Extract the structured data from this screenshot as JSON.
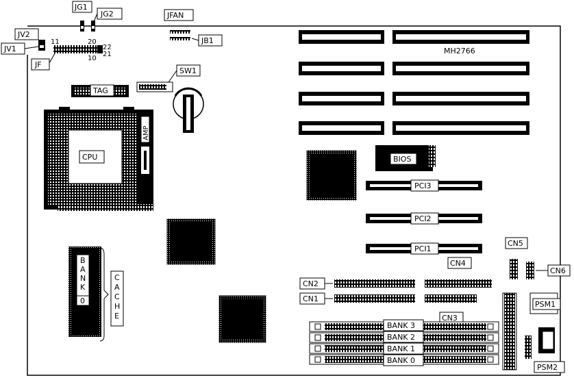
{
  "model": "MH2766",
  "labels": {
    "jg1": "JG1",
    "jg2": "JG2",
    "jfan": "JFAN",
    "jb1": "JB1",
    "jv2": "JV2",
    "jv1": "JV1",
    "jf": "JF",
    "pin11": "11",
    "pin20": "20",
    "pin22": "22",
    "pin10": "10",
    "pin21": "21",
    "sw1": "SW1",
    "tag": "TAG",
    "cpu": "CPU",
    "amp": "AMP",
    "bios": "BIOS",
    "pci3": "PCI3",
    "pci2": "PCI2",
    "pci1": "PCI1",
    "cn5": "CN5",
    "cn6": "CN6",
    "cn4": "CN4",
    "cn2": "CN2",
    "cn1": "CN1",
    "cn3": "CN3",
    "psm1": "PSM1",
    "psm2": "PSM2",
    "bank0_cache": "BANK0",
    "cache": "CACHE",
    "bank3": "BANK 3",
    "bank2": "BANK 2",
    "bank1": "BANK 1",
    "bank0": "BANK 0"
  }
}
